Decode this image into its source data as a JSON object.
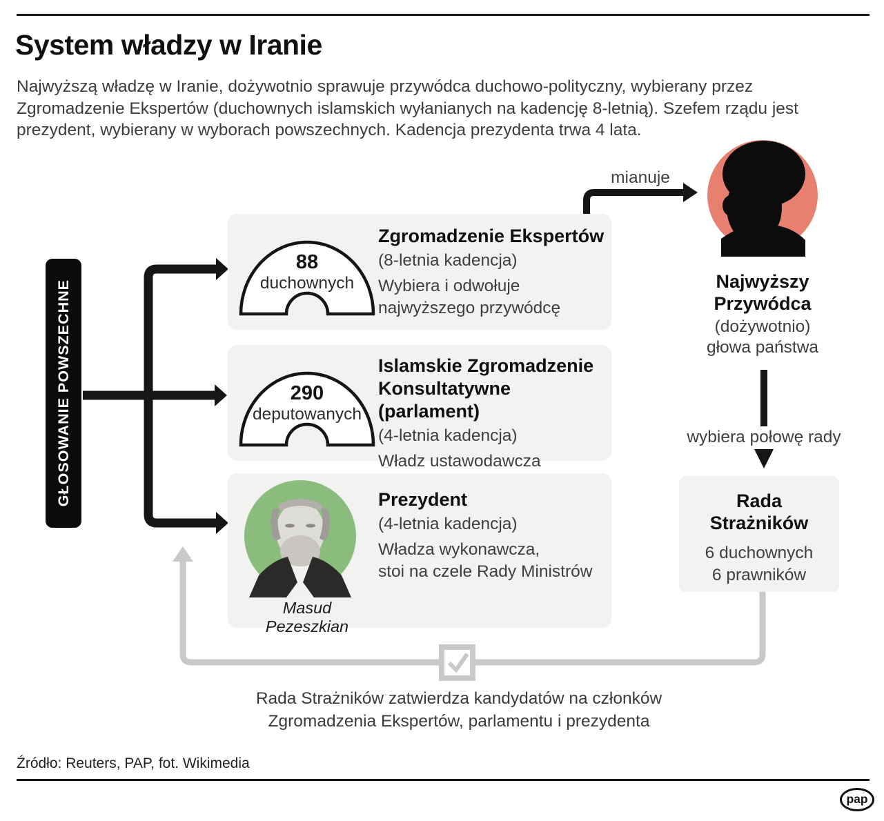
{
  "colors": {
    "accent_red": "#E8806F",
    "accent_green": "#8ABC7D",
    "box_gray": "#F2F2F1",
    "loop_gray": "#C9C9C9",
    "line_black": "#161616"
  },
  "header": {
    "title": "System władzy w Iranie",
    "intro": "Najwyższą władzę w Iranie, dożywotnio sprawuje przywódca duchowo-polityczny, wybierany przez\nZgromadzenie Ekspertów (duchownych islamskich wyłanianych na kadencję 8-letnią). Szefem rządu jest\nprezydent, wybierany w wyborach powszechnych. Kadencja prezydenta trwa 4 lata."
  },
  "left_bar": {
    "label": "GŁOSOWANIE POWSZECHNE"
  },
  "boxes": {
    "experts": {
      "count": "88",
      "count_label": "duchownych",
      "title": "Zgromadzenie Ekspertów",
      "term": "(8-letnia kadencja)",
      "desc": "Wybiera i odwołuje\nnajwyższego przywódcę"
    },
    "parliament": {
      "count": "290",
      "count_label": "deputowanych",
      "title": "Islamskie Zgromadzenie\nKonsultatywne (parlament)",
      "term": "(4-letnia kadencja)",
      "desc": "Władz ustawodawcza"
    },
    "president": {
      "title": "Prezydent",
      "term": "(4-letnia kadencja)",
      "desc": "Władza wykonawcza,\nstoi na czele Rady Ministrów",
      "photo_caption": "Masud Pezeszkian"
    }
  },
  "leader": {
    "name": "Najwyższy\nPrzywódca",
    "term": "(dożywotnio)",
    "role": "głowa państwa"
  },
  "guardian_council": {
    "title": "Rada\nStrażników",
    "members": "6 duchownych\n6 prawników"
  },
  "arrows": {
    "appoints_label": "mianuje",
    "selects_half_label": "wybiera połowę rady"
  },
  "loop": {
    "caption": "Rada Strażników zatwierdza kandydatów na członków\nZgromadzenia Ekspertów, parlamentu i prezydenta"
  },
  "footer": {
    "source": "Źródło: Reuters, PAP, fot. Wikimedia",
    "logo": "pap"
  }
}
